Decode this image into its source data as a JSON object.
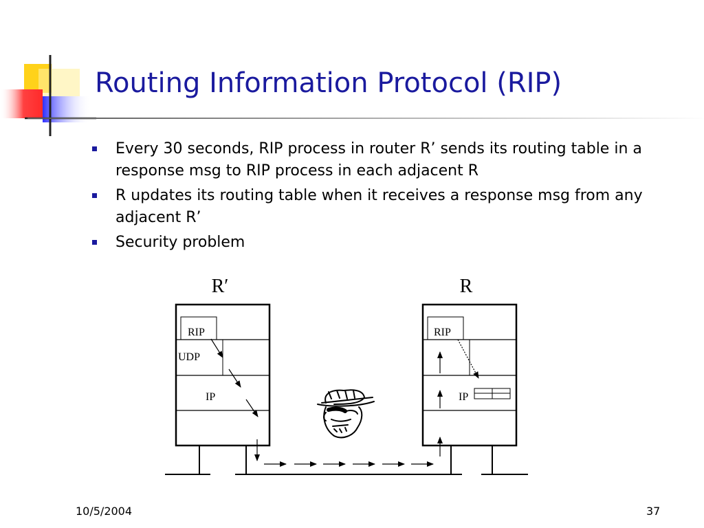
{
  "slide": {
    "title": "Routing Information Protocol (RIP)",
    "bullets": [
      "Every 30 seconds, RIP process in router R’ sends its routing table in a response msg to RIP process in each adjacent R",
      "R updates its routing table when it receives a response msg from any adjacent R’",
      "Security problem"
    ],
    "date": "10/5/2004",
    "page_number": "37",
    "accent_color": "#1a1a9e"
  },
  "diagram": {
    "left_router_label": "R′",
    "right_router_label": "R",
    "left_stack": {
      "rip": "RIP",
      "udp": "UDP",
      "ip": "IP"
    },
    "right_stack": {
      "rip": "RIP",
      "ip": "IP"
    },
    "attacker_icon": "spy-face-icon"
  }
}
